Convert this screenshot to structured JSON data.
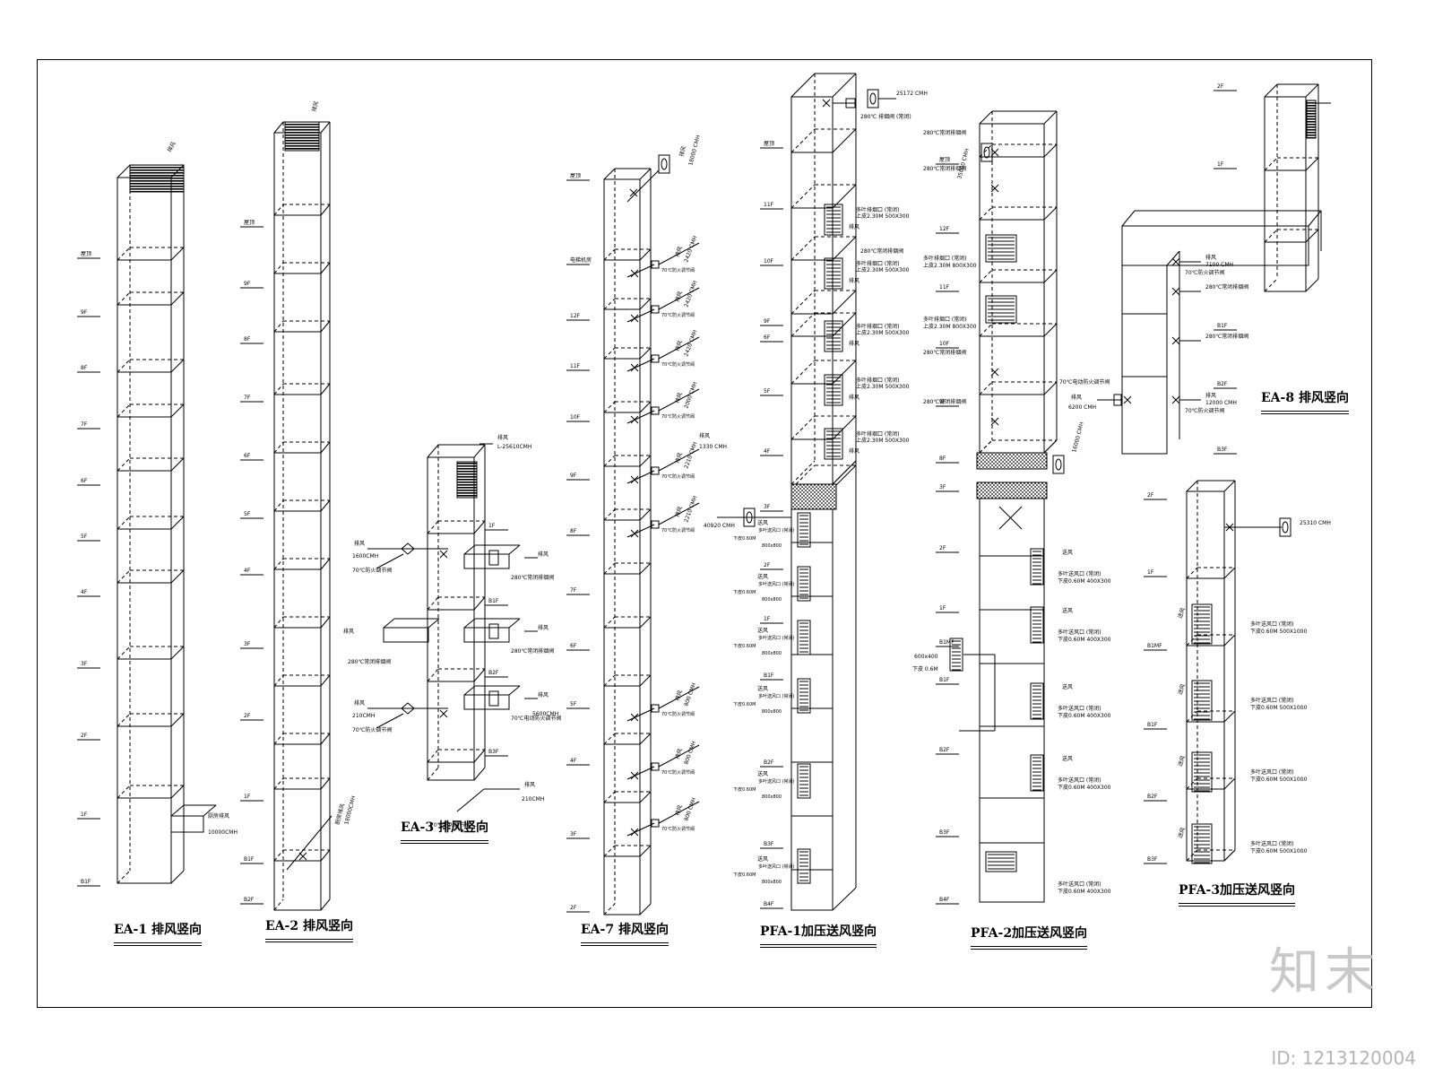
{
  "titles": {
    "ea1": "EA-1  排风竖向",
    "ea2": "EA-2  排风竖向",
    "ea3": "EA-3  排风竖向",
    "ea7": "EA-7  排风竖向",
    "pfa1": "PFA-1加压送风竖向",
    "pfa2": "PFA-2加压送风竖向",
    "pfa3": "PFA-3加压送风竖向",
    "ea8": "EA-8  排风竖向"
  },
  "floors": {
    "ea1": [
      "屋顶",
      "9F",
      "8F",
      "7F",
      "6F",
      "5F",
      "4F",
      "3F",
      "2F",
      "1F",
      "B1F"
    ],
    "ea2": [
      "屋顶",
      "9F",
      "8F",
      "7F",
      "6F",
      "5F",
      "4F",
      "3F",
      "2F",
      "1F",
      "B1F",
      "B2F"
    ],
    "ea3": [
      "1F",
      "B1F",
      "B2F",
      "B3F"
    ],
    "ea7": [
      "屋顶",
      "电梯机房",
      "12F",
      "11F",
      "10F",
      "9F",
      "8F",
      "7F",
      "6F",
      "5F",
      "4F",
      "3F",
      "2F"
    ],
    "pfa1": [
      "屋顶",
      "11F",
      "10F",
      "9F",
      "6F",
      "5F",
      "4F",
      "3F",
      "2F",
      "1F",
      "B1F",
      "B2F",
      "B3F",
      "B4F"
    ],
    "pfa2": [
      "屋顶",
      "12F",
      "11F",
      "10F",
      "9F",
      "8F",
      "3F",
      "2F",
      "1F",
      "B1MF",
      "B1F",
      "B2F",
      "B3F",
      "B4F"
    ],
    "pfa3": [
      "2F",
      "1F",
      "B1MF",
      "B1F",
      "B2F",
      "B3F"
    ],
    "ea8": [
      "2F",
      "1F",
      "B1F",
      "B2F",
      "B3F"
    ]
  },
  "labels": {
    "exhaust": "排风",
    "supply": "送风",
    "ea1_top": "排风",
    "ea1_kitchen": "厨房排风",
    "ea1_kitchen_flow": "10000CMH",
    "ea2_top": "排风",
    "ea2_bottom": "厨房排风",
    "ea2_bottom_flow": "18000CMH",
    "ea3_top": "排风",
    "ea3_top_flow": "L-25610CMH",
    "ea3_flow1": "1600CMH",
    "ea3_flow2": "210CMH",
    "ea3_flow3": "5600CMH",
    "ea3_flow4": "210CMH",
    "damper70": "70℃防火调节阀",
    "damper280": "280℃常闭排烟阀",
    "damper70e": "70℃电动防火调节阀",
    "ea7_top_flow": "18000 CMH",
    "ea7_flow_a": "2420 CMH",
    "ea7_flow_b": "2000 CMH",
    "ea7_flow_c": "2210 CMH",
    "ea7_flow_d": "1330 CMH",
    "ea7_flow_e": "800 CMH",
    "pfa1_fan_flow": "25172 CMH",
    "pfa1_fan_label": "280℃ 排烟阀 (常闭)",
    "pfa1_outlet": "多叶排烟口 (常闭)",
    "pfa1_outlet_spec": "上皮2.30M 500X300",
    "pfa1_3f_flow": "40920 CMH",
    "pfa1_supply": "多叶送风口 (常闭)",
    "pfa1_supply_spec": "下皮0.60M",
    "pfa1_supply_size": "800x800",
    "pfa2_top_flow": "35000 CMH",
    "pfa2_mid_flow": "16000 CMH",
    "pfa2_outlet": "多叶排烟口 (常闭)",
    "pfa2_outlet_spec": "上皮2.30M 800X300",
    "pfa2_supply": "多叶送风口 (常闭)",
    "pfa2_supply_spec": "下皮0.60M 400X300",
    "pfa2_b1mf_spec": "下皮 0.6M",
    "pfa2_b1mf_size": "600x400",
    "pfa3_fan_flow": "25310 CMH",
    "pfa3_supply": "多叶送风口 (常闭)",
    "pfa3_supply_spec": "下皮0.60M 500X1000",
    "ea8_flow1": "7100 CMH",
    "ea8_flow2": "6200 CMH",
    "ea8_flow3": "12000 CMH"
  },
  "watermark": "知末",
  "image_id": "ID: 1213120004"
}
